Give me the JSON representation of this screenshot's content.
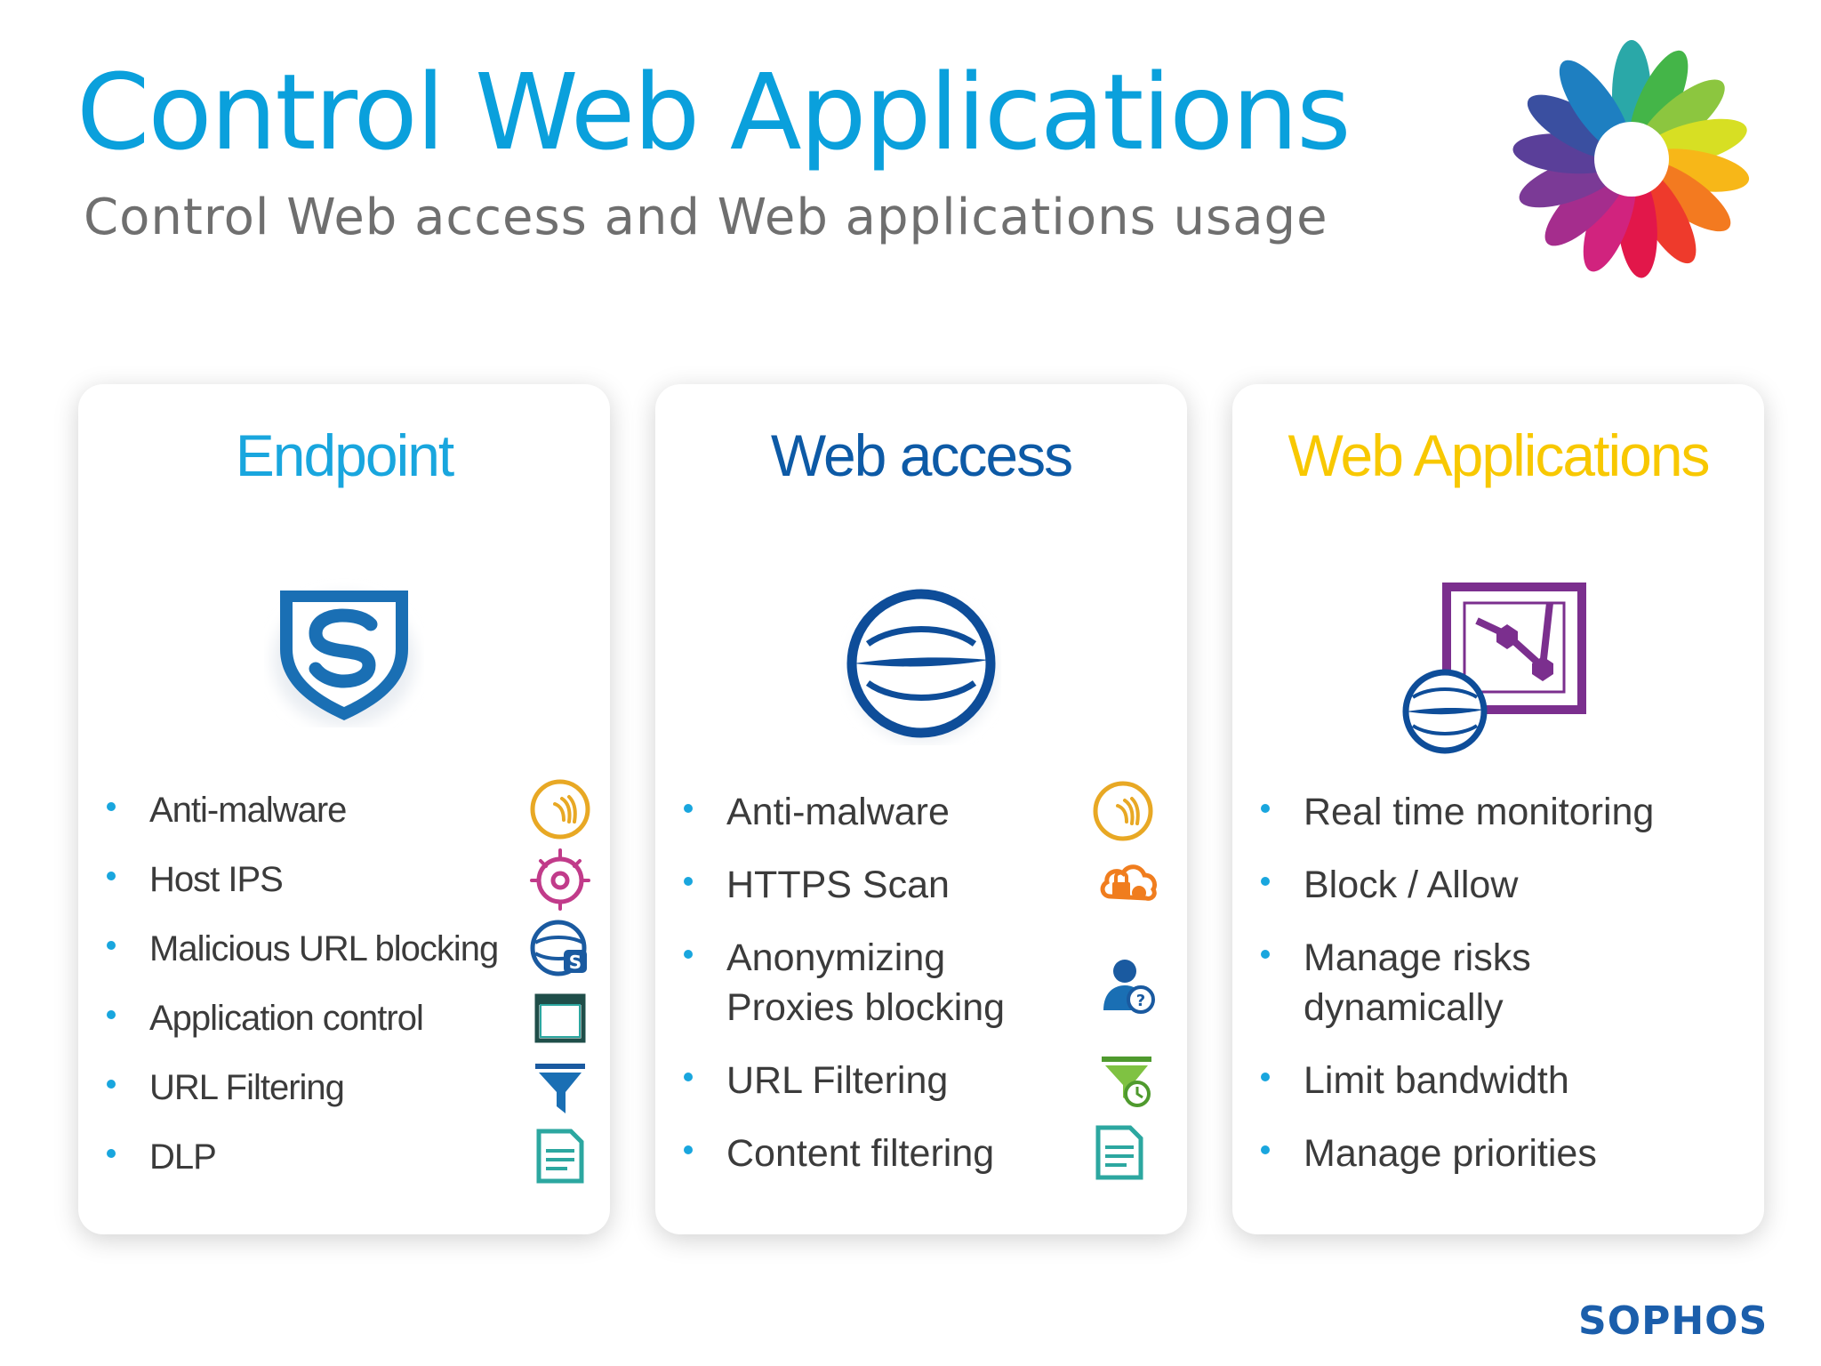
{
  "slide": {
    "title": "Control Web Applications",
    "subtitle": "Control Web access and Web applications usage"
  },
  "cards": [
    {
      "title": "Endpoint",
      "hero_icon": "sophos-shield-icon",
      "items": [
        {
          "label": "Anti-malware",
          "icon": "anti-malware-icon"
        },
        {
          "label": "Host IPS",
          "icon": "host-ips-icon"
        },
        {
          "label": "Malicious URL blocking",
          "icon": "malicious-url-icon"
        },
        {
          "label": "Application control",
          "icon": "application-window-icon"
        },
        {
          "label": "URL Filtering",
          "icon": "filter-funnel-icon"
        },
        {
          "label": "DLP",
          "icon": "document-icon"
        }
      ]
    },
    {
      "title": "Web access",
      "hero_icon": "globe-icon",
      "items": [
        {
          "label": "Anti-malware",
          "icon": "anti-malware-icon"
        },
        {
          "label": "HTTPS Scan",
          "icon": "cloud-lock-icon"
        },
        {
          "label": "Anonymizing",
          "label2": "Proxies blocking",
          "icon": "anonymous-user-icon"
        },
        {
          "label": "URL Filtering",
          "icon": "filter-clock-icon"
        },
        {
          "label": "Content filtering",
          "icon": "document-icon"
        }
      ]
    },
    {
      "title": "Web Applications",
      "hero_icon": "web-app-graph-icon",
      "items": [
        {
          "label": "Real time monitoring"
        },
        {
          "label": "Block / Allow"
        },
        {
          "label": "Manage risks",
          "label2": "dynamically"
        },
        {
          "label": "Limit bandwidth"
        },
        {
          "label": "Manage priorities"
        }
      ]
    }
  ],
  "brand": {
    "logo_text": "SOPHOS",
    "image": "colorful-shoes-circle-image"
  },
  "colors": {
    "title": "#0aa0dc",
    "endpoint": "#19a6de",
    "web_access": "#0d5aa6",
    "web_apps": "#f8c800",
    "bullet": "#19a6de",
    "logo": "#1b5eab"
  }
}
